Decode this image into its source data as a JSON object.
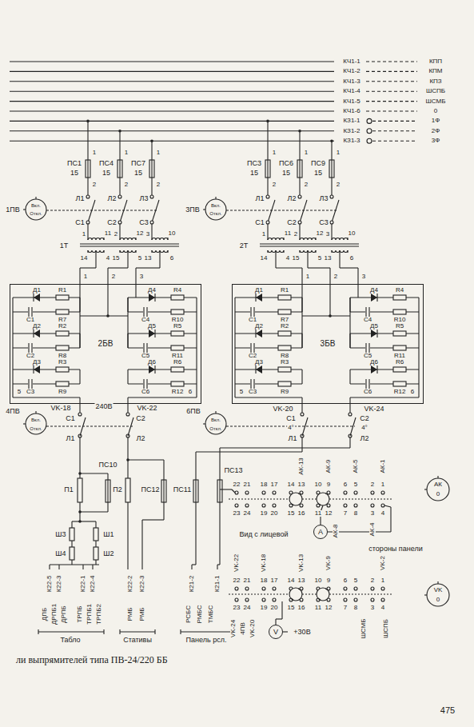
{
  "diagram": {
    "caption": "ли выпрямителей типа ПВ-24/220 ББ",
    "nodes": [
      {
        "text": [
          "2БВ"
        ]
      },
      {
        "text": [
          "3БВ"
        ]
      },
      {
        "text": [
          "A"
        ]
      },
      {
        "text": [
          "V"
        ]
      }
    ],
    "labels": [
      "ПС1",
      "15",
      "ПС4",
      "15",
      "ПС7",
      "15",
      "1",
      "2",
      "1",
      "2",
      "1",
      "2",
      "1ПВ",
      "Вкл.",
      "Откл.",
      "Л1",
      "Л2",
      "Л3",
      "С1",
      "С2",
      "С3",
      "1Т",
      "1",
      "11",
      "2",
      "12",
      "3",
      "10",
      "14",
      "4",
      "15",
      "5",
      "13",
      "6",
      "1",
      "2",
      "3",
      "Д1",
      "R1",
      "C1",
      "R7",
      "Д2",
      "R2",
      "C2",
      "R8",
      "Д3",
      "R3",
      "C3",
      "R9",
      "Д4",
      "R4",
      "C4",
      "R10",
      "Д5",
      "R5",
      "C5",
      "R11",
      "Д6",
      "R6",
      "C6",
      "R12",
      "5",
      "6",
      "ПС3",
      "15",
      "ПС6",
      "15",
      "ПС9",
      "15",
      "1",
      "2",
      "1",
      "2",
      "1",
      "2",
      "3ПВ",
      "Вкл.",
      "Откл.",
      "Л1",
      "Л2",
      "Л3",
      "С1",
      "С2",
      "С3",
      "2Т",
      "1",
      "11",
      "2",
      "12",
      "3",
      "10",
      "14",
      "4",
      "15",
      "5",
      "13",
      "6",
      "1",
      "2",
      "3",
      "Д1",
      "R1",
      "C1",
      "R7",
      "Д2",
      "R2",
      "C2",
      "R8",
      "Д3",
      "R3",
      "C3",
      "R9",
      "Д4",
      "R4",
      "C4",
      "R10",
      "Д5",
      "R5",
      "C5",
      "R11",
      "Д6",
      "R6",
      "C6",
      "R12",
      "5",
      "6",
      "4ПВ",
      "Вкл.",
      "Откл.",
      "VK-18",
      "240В",
      "VK-22",
      "С1",
      "С2",
      "Л1",
      "Л2",
      "6ПВ",
      "Вкл.",
      "Откл.",
      "С1",
      "4°",
      "VK-20",
      "VK-24",
      "4°",
      "С2",
      "Л1",
      "Л2",
      "КЧ1-1",
      "КПП",
      "КЧ1-2",
      "КПМ",
      "КЧ1-3",
      "КПЗ",
      "КЧ1-4",
      "ШСПБ",
      "КЧ1-5",
      "ШСМБ",
      "КЧ1-6",
      "0",
      "КЗ1-1",
      "1Ф",
      "КЗ1-2",
      "2Ф",
      "КЗ1-3",
      "3Ф",
      "П1",
      "ПС10",
      "П2",
      "ПС12",
      "ПС11",
      "ПС13",
      "Ш3",
      "Ш4",
      "Ш1",
      "Ш2",
      "К22-5",
      "К22-3",
      "К22-1",
      "К22-4",
      "К22-2",
      "К22-3",
      "К21-2",
      "К21-1",
      "ДПБ",
      "ДРПБ1",
      "ДРПБ",
      "ТРПБ",
      "ТРПБ1",
      "ТРПБ2",
      "РМБ",
      "РМБ",
      "РСБС",
      "РМБС",
      "ТМБС",
      "Табло",
      "Стативы",
      "Панель рсл.",
      "22",
      "21",
      "18",
      "17",
      "14",
      "13",
      "10",
      "9",
      "6",
      "5",
      "2",
      "1",
      "23",
      "24",
      "19",
      "20",
      "15",
      "16",
      "11",
      "12",
      "7",
      "8",
      "3",
      "4",
      "АК-13",
      "АК-9",
      "АК-5",
      "АК-1",
      "АК-8",
      "АК-4",
      "АК",
      "0",
      "Вид с лицевой",
      "стороны панели",
      "VK-22",
      "VK-18",
      "VK-13",
      "VK-9",
      "VK-2",
      "22",
      "21",
      "18",
      "17",
      "14",
      "13",
      "10",
      "9",
      "6",
      "5",
      "2",
      "1",
      "23",
      "24",
      "19",
      "20",
      "15",
      "16",
      "11",
      "12",
      "7",
      "8",
      "3",
      "4",
      "VK",
      "0",
      "VK-24",
      "4ПВ",
      "VK-20",
      "+30В",
      "ШСМБ",
      "ШСПБ",
      "475"
    ]
  }
}
